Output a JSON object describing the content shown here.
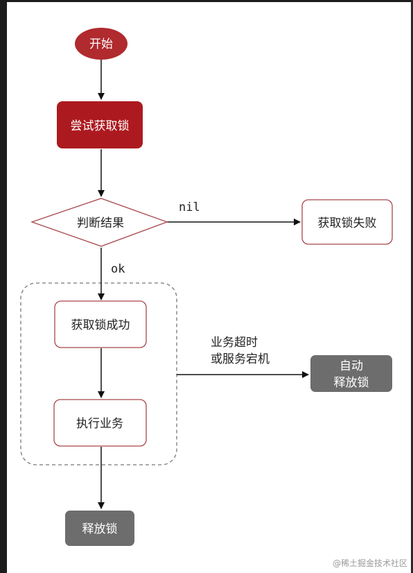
{
  "nodes": {
    "start": "开始",
    "try_lock": "尝试获取锁",
    "judge": "判断结果",
    "fail": "获取锁失败",
    "success": "获取锁成功",
    "execute": "执行业务",
    "auto_release_line1": "自动",
    "auto_release_line2": "释放锁",
    "release": "释放锁"
  },
  "edges": {
    "nil": "nil",
    "ok": "ok",
    "timeout_line1": "业务超时",
    "timeout_line2": "或服务宕机"
  },
  "colors": {
    "start_fill": "#b02a2e",
    "try_fill": "#ac1a1f",
    "node_border": "#a8464a",
    "gray_fill": "#6d6d6d",
    "arrow": "#111111"
  },
  "watermark": "@稀土掘金技术社区"
}
